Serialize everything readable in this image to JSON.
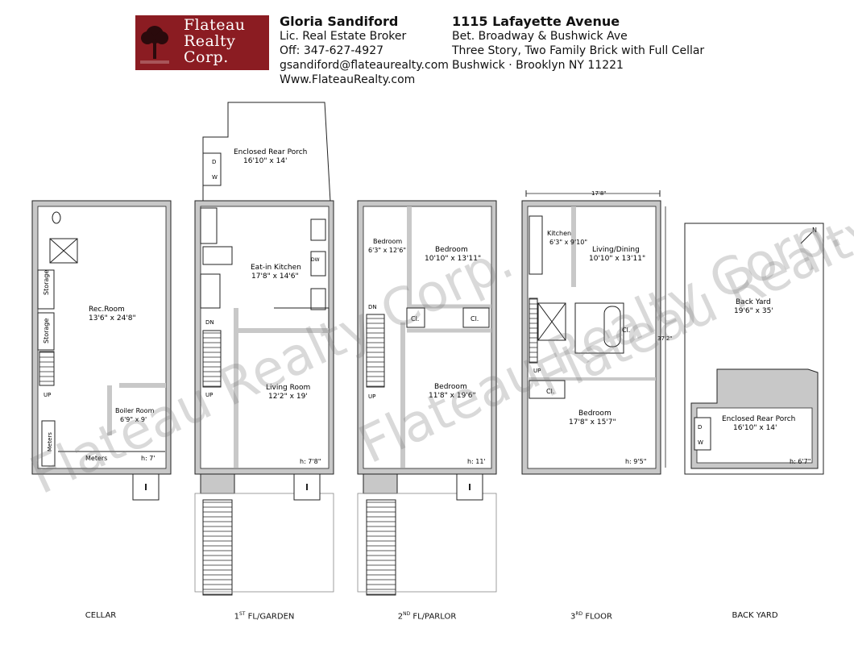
{
  "header": {
    "brand_lines": [
      "Flateau",
      "Realty",
      "Corp."
    ],
    "broker_name": "Gloria Sandiford",
    "broker_title": "Lic. Real Estate Broker",
    "broker_phone": "Off: 347-627-4927",
    "broker_email": "gsandiford@flateaurealty.com",
    "broker_web": "Www.FlateauRealty.com",
    "property_address": "1115 Lafayette Avenue",
    "property_cross": "Bet. Broadway & Bushwick Ave",
    "property_desc": "Three Story, Two Family Brick with Full Cellar",
    "property_area": "Bushwick · Brooklyn NY 11221"
  },
  "watermark": "Flateau Realty Corp.",
  "floors": {
    "cellar": {
      "label": "CELLAR",
      "rooms": [
        {
          "name": "Rec.Room",
          "dims": "13'6\" x 24'8\""
        },
        {
          "name": "Boiler Room",
          "dims": "6'9\" x 9'"
        }
      ],
      "labels": {
        "storage1": "Storage",
        "storage2": "Storage",
        "up": "UP",
        "meters_v": "Meters",
        "meters_h": "Meters",
        "height": "h: 7'"
      }
    },
    "first": {
      "label_num": "1",
      "label_sup": "ST",
      "label_rest": " FL/GARDEN",
      "rooms": [
        {
          "name": "Enclosed Rear Porch",
          "dims": "16'10\" x 14'"
        },
        {
          "name": "Eat-in Kitchen",
          "dims": "17'8\" x 14'6\""
        },
        {
          "name": "Living Room",
          "dims": "12'2\" x 19'"
        }
      ],
      "labels": {
        "d": "D",
        "w": "W",
        "dw": "DW",
        "dn": "DN",
        "up": "UP",
        "height": "h: 7'8\""
      }
    },
    "second": {
      "label_num": "2",
      "label_sup": "ND",
      "label_rest": " FL/PARLOR",
      "rooms": [
        {
          "name": "Bedroom",
          "dims": "6'3\" x 12'6\""
        },
        {
          "name": "Bedroom",
          "dims": "10'10\" x 13'11\""
        },
        {
          "name": "Bedroom",
          "dims": "11'8\" x 19'6\""
        }
      ],
      "labels": {
        "cl1": "Cl.",
        "cl2": "Cl.",
        "dn": "DN",
        "up": "UP",
        "height": "h: 11'"
      }
    },
    "third": {
      "label_num": "3",
      "label_sup": "RD",
      "label_rest": " FLOOR",
      "rooms": [
        {
          "name": "Kitchen",
          "dims": "6'3\" x 9'10\""
        },
        {
          "name": "Living/Dining",
          "dims": "10'10\" x 13'11\""
        },
        {
          "name": "Bedroom",
          "dims": "17'8\" x 15'7\""
        }
      ],
      "labels": {
        "width": "17'8\"",
        "depth": "37'2\"",
        "cl1": "Cl.",
        "cl2": "Cl.",
        "up": "UP",
        "height": "h: 9'5\""
      }
    },
    "yard": {
      "label": "BACK YARD",
      "rooms": [
        {
          "name": "Back Yard",
          "dims": "19'6\" x 35'"
        },
        {
          "name": "Enclosed Rear Porch",
          "dims": "16'10\" x 14'"
        }
      ],
      "labels": {
        "d": "D",
        "w": "W",
        "north": "N",
        "height": "h: 6'7\""
      }
    }
  },
  "colors": {
    "brand": "#8b1c22",
    "wall": "#c8c8c8",
    "line": "#222222"
  }
}
